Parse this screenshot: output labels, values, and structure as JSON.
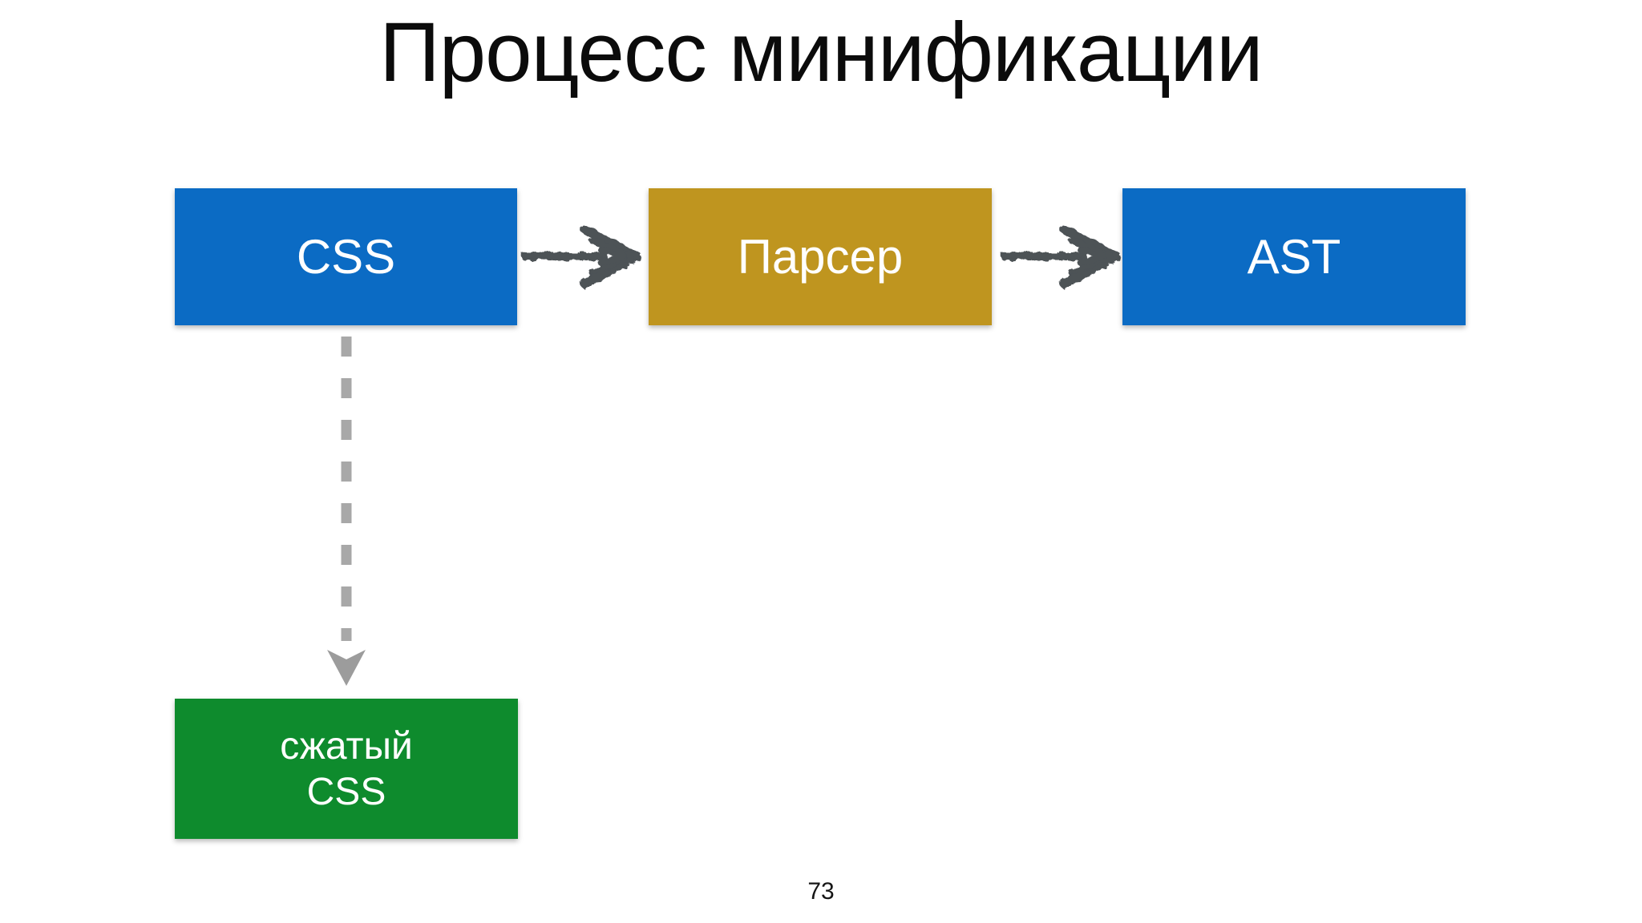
{
  "slide": {
    "title": "Процесс минификации",
    "page_number": "73",
    "background_color": "#ffffff",
    "title_color": "#0b0b0b"
  },
  "diagram": {
    "nodes": [
      {
        "id": "css",
        "label": "CSS",
        "fill": "#0b6bc4",
        "text_color": "#ffffff"
      },
      {
        "id": "parser",
        "label": "Парсер",
        "fill": "#bf951f",
        "text_color": "#ffffff"
      },
      {
        "id": "ast",
        "label": "AST",
        "fill": "#0b6bc4",
        "text_color": "#ffffff"
      },
      {
        "id": "compressed-css",
        "label": "сжатый CSS",
        "lines": [
          "сжатый",
          "CSS"
        ],
        "fill": "#0e8b2d",
        "text_color": "#ffffff"
      }
    ],
    "edges": [
      {
        "from": "css",
        "to": "parser",
        "style": "sketchy-solid-arrow",
        "color": "#4d5257"
      },
      {
        "from": "parser",
        "to": "ast",
        "style": "sketchy-solid-arrow",
        "color": "#4d5257"
      },
      {
        "from": "css",
        "to": "compressed-css",
        "style": "dashed-arrow",
        "color": "#a8a8a8"
      }
    ]
  }
}
